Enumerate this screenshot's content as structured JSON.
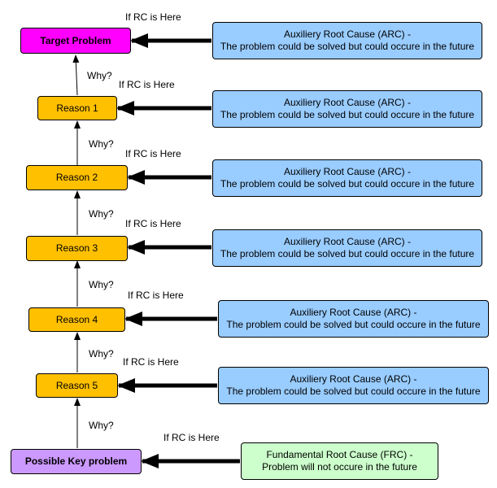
{
  "nodes": {
    "target": "Target Problem",
    "reason1": "Reason 1",
    "reason2": "Reason 2",
    "reason3": "Reason 3",
    "reason4": "Reason 4",
    "reason5": "Reason 5",
    "key": "Possible Key problem"
  },
  "arc": {
    "title": "Auxiliery Root Cause (ARC) -",
    "desc": "The problem could be solved but could occure in the future"
  },
  "frc": {
    "title": "Fundamental Root Cause (FRC) -",
    "desc": "Problem will not occure in the future"
  },
  "labels": {
    "if_rc": "If RC is Here",
    "why": "Why?"
  }
}
